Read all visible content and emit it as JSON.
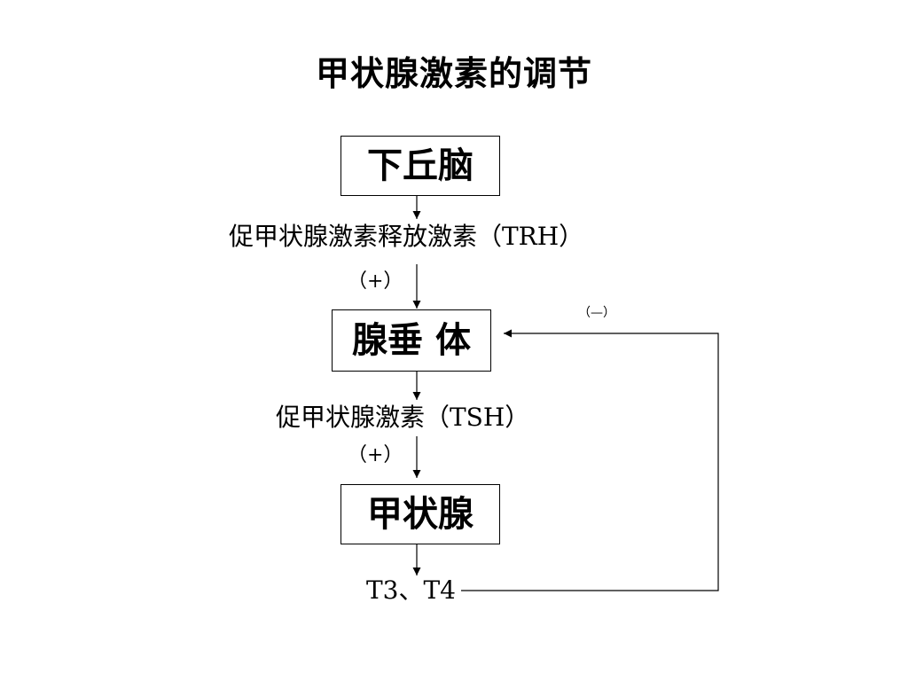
{
  "title": "甲状腺激素的调节",
  "nodes": {
    "hypothalamus": "下丘脑",
    "pituitary": "腺垂 体",
    "thyroid": "甲状腺"
  },
  "labels": {
    "trh": "促甲状腺激素释放激素（TRH）",
    "tsh": "促甲状腺激素（TSH）",
    "hormones": "T3、T4",
    "stimulate_1": "（+）",
    "stimulate_2": "（+）",
    "inhibit": "（—）"
  }
}
